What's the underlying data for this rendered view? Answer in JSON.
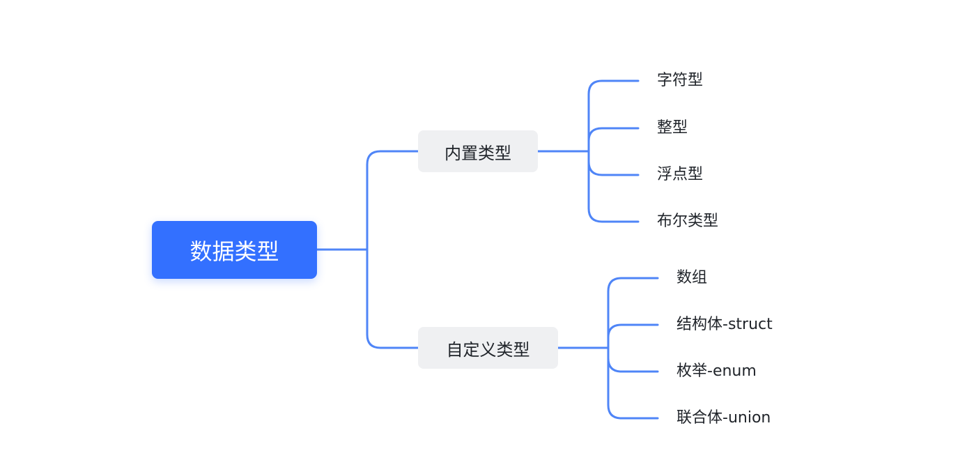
{
  "mindmap": {
    "root": {
      "label": "数据类型",
      "color": "#3370ff"
    },
    "line_color": "#4f85f7",
    "branches": [
      {
        "label": "内置类型",
        "children": [
          "字符型",
          "整型",
          "浮点型",
          "布尔类型"
        ]
      },
      {
        "label": "自定义类型",
        "children": [
          "数组",
          "结构体-struct",
          "枚举-enum",
          "联合体-union"
        ]
      }
    ]
  }
}
